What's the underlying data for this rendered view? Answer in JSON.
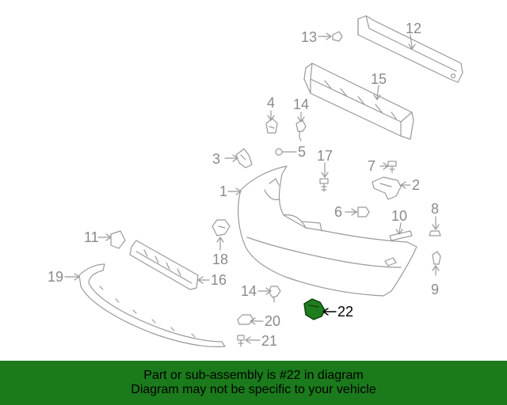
{
  "colors": {
    "banner_bg": "#1b7a1b",
    "part_stroke": "#9a9a9a",
    "callout_text": "#8a8a8a",
    "highlight_fill": "#1e7d1e",
    "highlight_text": "#000000"
  },
  "callouts": {
    "c1": "1",
    "c2": "2",
    "c3": "3",
    "c4": "4",
    "c5": "5",
    "c6": "6",
    "c7": "7",
    "c8": "8",
    "c9": "9",
    "c10": "10",
    "c11": "11",
    "c12": "12",
    "c13": "13",
    "c14a": "14",
    "c14b": "14",
    "c15": "15",
    "c16": "16",
    "c17": "17",
    "c18": "18",
    "c19": "19",
    "c20": "20",
    "c21": "21",
    "c22": "22"
  },
  "banner": {
    "line1": "Part or sub-assembly is #22 in diagram",
    "line2": "Diagram may not be specific to your vehicle"
  }
}
